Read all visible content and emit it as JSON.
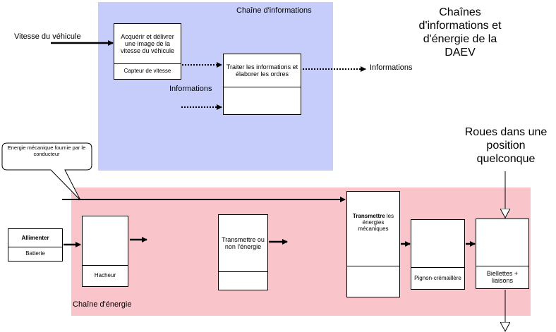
{
  "title": "Chaînes d'informations et d'énergie de la DAEV",
  "info_chain": {
    "label": "Chaîne d'informations",
    "input_label": "Vitesse du véhicule",
    "acquire_box": {
      "main": "Acquérir et délivrer une image de la vitesse du véhicule",
      "sub": "Capteur de vitesse"
    },
    "process_box": {
      "main": "Traiter les informations et élaborer les ordres",
      "sub": ""
    },
    "informations_in": "Informations",
    "informations_out": "Informations"
  },
  "energy_chain": {
    "label": "Chaîne d'énergie",
    "callout": "Energie mécanique fournie par le conducteur",
    "alimenter_box": {
      "main": "Allimenter",
      "sub": "Batterie"
    },
    "hacheur_box": {
      "main": "",
      "sub": "Hacheur"
    },
    "transmettre_box": {
      "main": "Transmettre ou non l'énergie",
      "sub": ""
    },
    "transmettre_meca_box": {
      "main_bold": "Transmettre",
      "main_rest": " les énergies mécaniques",
      "sub": ""
    },
    "pignon_box": {
      "main": "",
      "sub": "Pignon-crémaillère"
    },
    "biellettes_box": {
      "main": "",
      "sub": "Biellettes + liaisons"
    }
  },
  "roues_label": "Roues dans une position quelconque"
}
